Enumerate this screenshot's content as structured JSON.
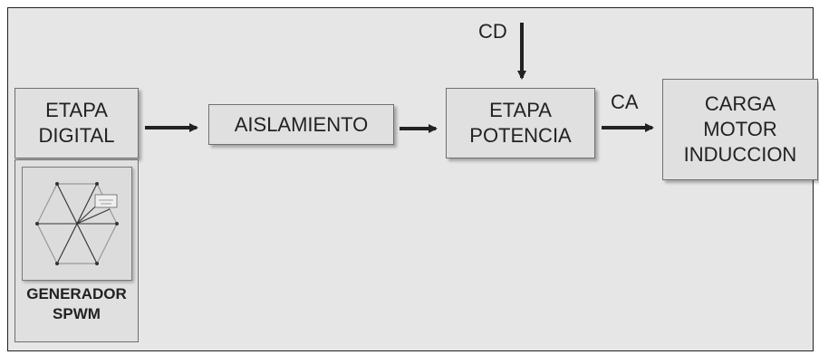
{
  "blocks": {
    "digital": [
      "ETAPA",
      "DIGITAL"
    ],
    "aislamiento": [
      "AISLAMIENTO"
    ],
    "potencia": [
      "ETAPA",
      "POTENCIA"
    ],
    "carga": [
      "CARGA",
      "MOTOR",
      "INDUCCION"
    ],
    "generador": [
      "GENERADOR",
      "SPWM"
    ]
  },
  "labels": {
    "cd": "CD",
    "ca": "CA"
  },
  "colors": {
    "background": "#e6e6e6",
    "block": "#e0e0e0",
    "stroke": "#222222"
  }
}
